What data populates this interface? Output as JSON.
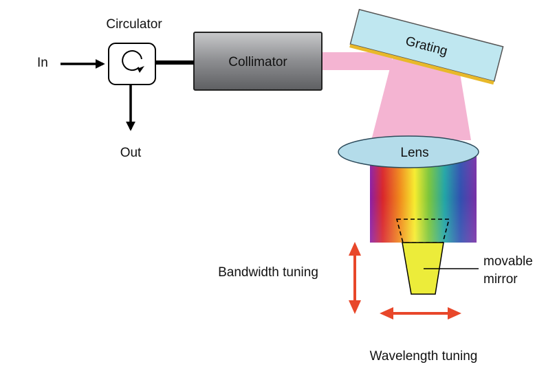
{
  "labels": {
    "circulator": "Circulator",
    "in": "In",
    "out": "Out",
    "collimator": "Collimator",
    "grating": "Grating",
    "lens": "Lens",
    "bandwidth_tuning": "Bandwidth tuning",
    "wavelength_tuning": "Wavelength tuning",
    "mirror_line1": "movable",
    "mirror_line2": "mirror"
  },
  "colors": {
    "beam": "#f4b4d2",
    "grating_fill": "#bfe7f0",
    "grating_coating": "#e8b92a",
    "lens_fill": "#b4dcea",
    "collimator_fill": "#8a8b8e",
    "mirror_fill": "#ecec3a",
    "tuning_arrow": "#e8472a"
  }
}
